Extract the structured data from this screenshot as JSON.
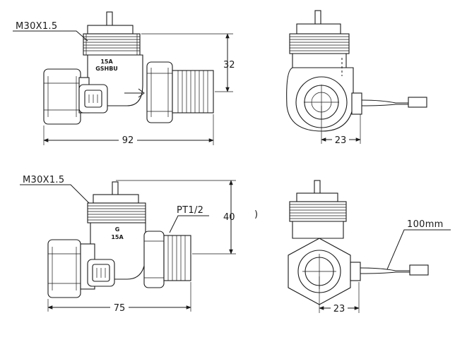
{
  "views": {
    "top_side": {
      "thread_callout": "M30X1.5",
      "marking_line1": "15A",
      "marking_line2": "GSHBU",
      "dim_height": "32",
      "dim_length": "92"
    },
    "top_front": {
      "dim_width": "23"
    },
    "bottom_side": {
      "thread_callout": "M30X1.5",
      "pipe_callout": "PT1/2",
      "marking_line1": "G",
      "marking_line2": "15A",
      "dim_height": "40",
      "dim_length": "75"
    },
    "bottom_front": {
      "cable_callout": "100mm",
      "dim_width": "23"
    },
    "stray_mark": ")"
  }
}
